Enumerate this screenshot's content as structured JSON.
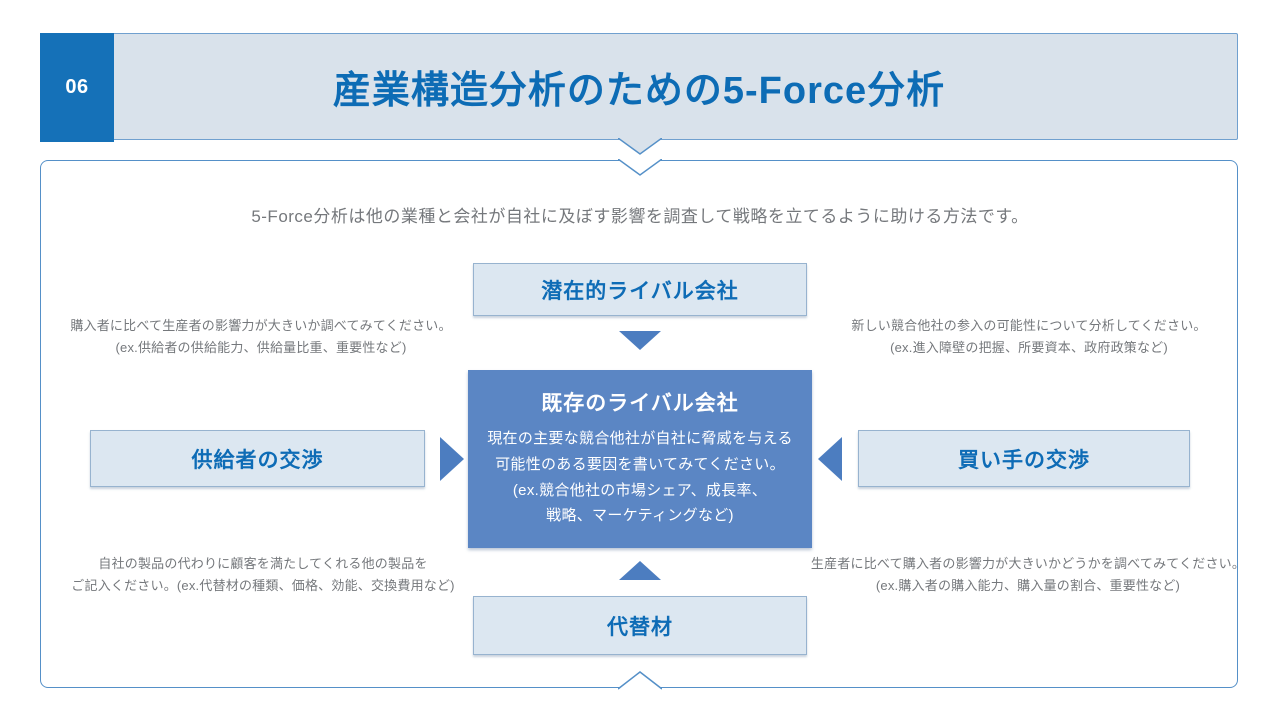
{
  "header": {
    "page_number": "06",
    "title": "産業構造分析のための5-Force分析"
  },
  "subtitle": "5-Force分析は他の業種と会社が自社に及ぼす影響を調査して戦略を立てるように助ける方法です。",
  "diagram": {
    "top_box": {
      "label": "潜在的ライバル会社"
    },
    "left_box": {
      "label": "供給者の交渉"
    },
    "right_box": {
      "label": "買い手の交渉"
    },
    "bottom_box": {
      "label": "代替材"
    },
    "center_box": {
      "title": "既存のライバル会社",
      "body_lines": [
        "現在の主要な競合他社が自社に脅威を与える",
        "可能性のある要因を書いてみてください。",
        "(ex.競合他社の市場シェア、成長率、",
        "戦略、マーケティングなど)"
      ]
    },
    "notes": {
      "top_left": [
        "購入者に比べて生産者の影響力が大きいか調べてみてください。",
        "(ex.供給者の供給能力、供給量比重、重要性など)"
      ],
      "top_right": [
        "新しい競合他社の参入の可能性について分析してください。",
        "(ex.進入障壁の把握、所要資本、政府政策など)"
      ],
      "bottom_left": [
        "自社の製品の代わりに顧客を満たしてくれる他の製品を",
        "ご記入ください。(ex.代替材の種類、価格、効能、交換費用など)"
      ],
      "bottom_right": [
        "生産者に比べて購入者の影響力が大きいかどうかを調べてみてください。",
        "(ex.購入者の購入能力、購入量の割合、重要性など)"
      ]
    }
  },
  "colors": {
    "accent_dark_blue": "#1571b8",
    "title_blue": "#0d6cb5",
    "header_fill": "#d9e2eb",
    "light_box_fill": "#dce7f1",
    "light_box_border": "#97b3cf",
    "center_box_fill": "#5b86c4",
    "arrow_blue": "#4c7dc0",
    "panel_border": "#5590c8",
    "note_gray": "#75787c"
  }
}
